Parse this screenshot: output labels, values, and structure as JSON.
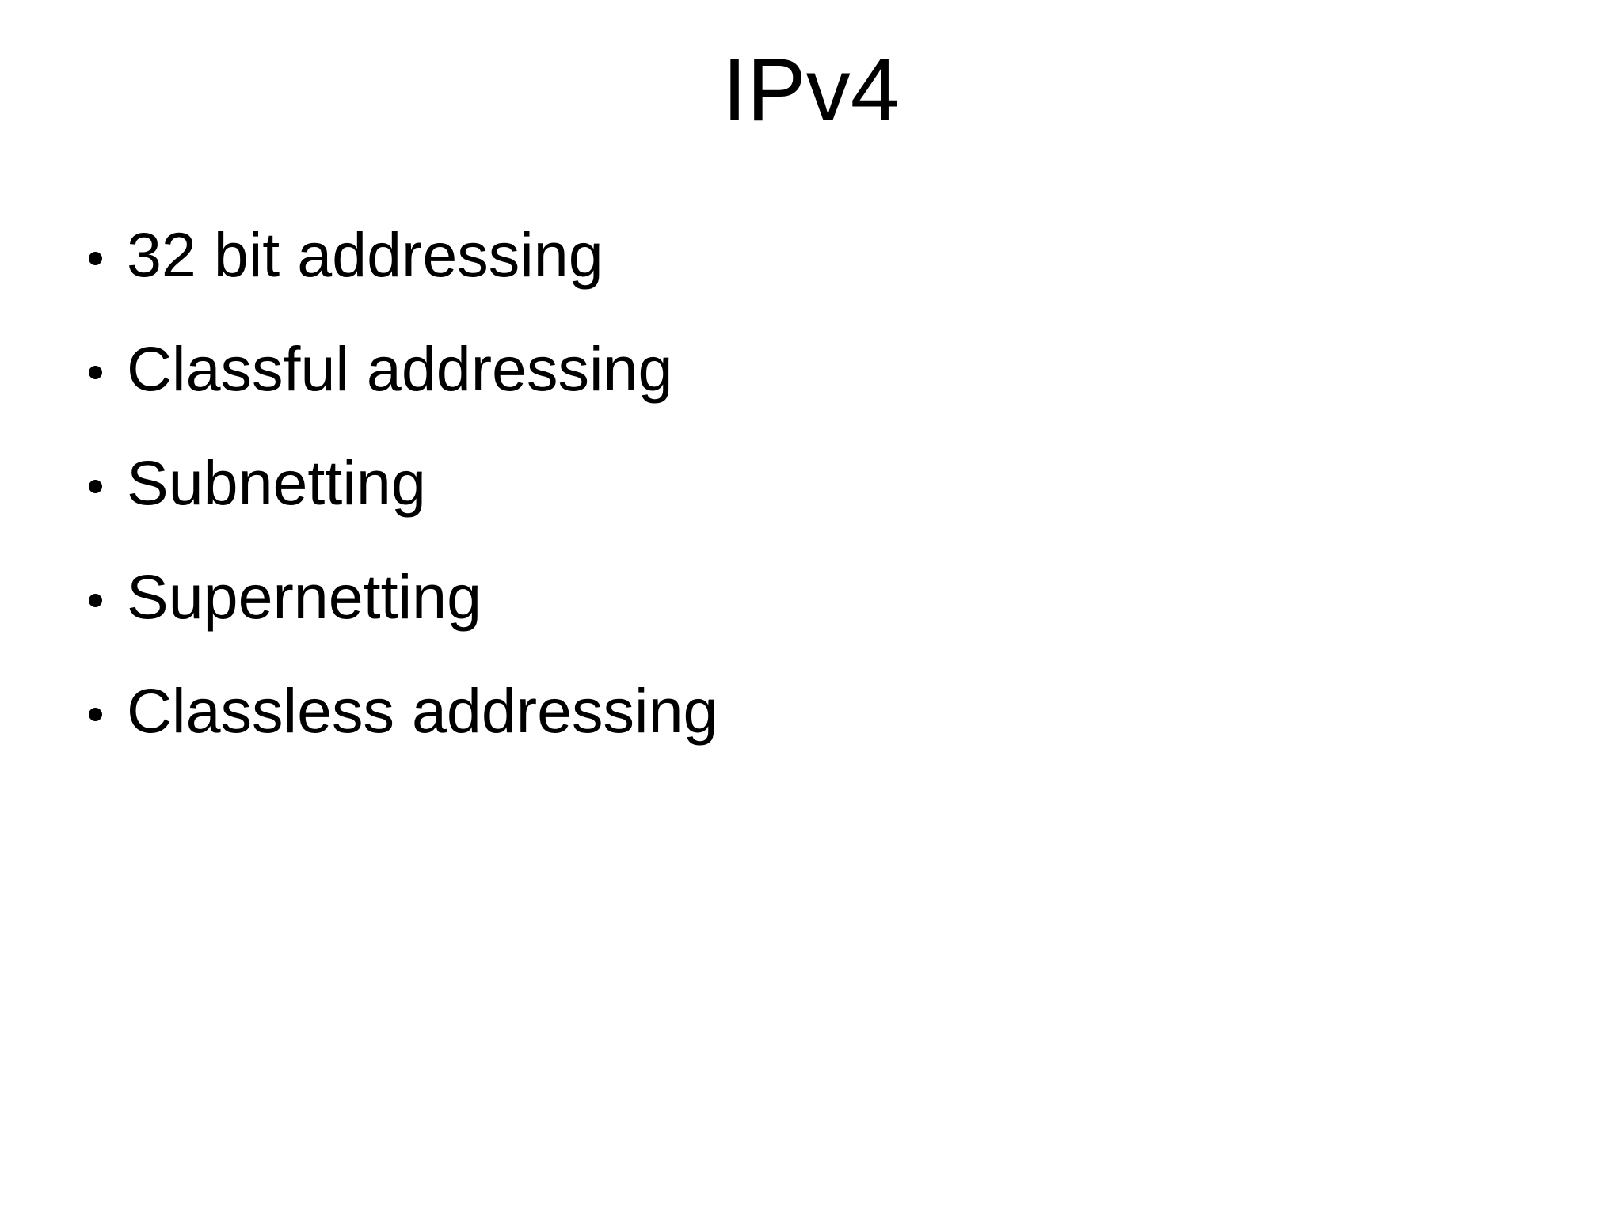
{
  "slide": {
    "title": "IPv4",
    "bullets": [
      "32 bit addressing",
      "Classful addressing",
      "Subnetting",
      "Supernetting",
      "Classless addressing"
    ],
    "colors": {
      "background": "#ffffff",
      "text": "#000000"
    }
  }
}
